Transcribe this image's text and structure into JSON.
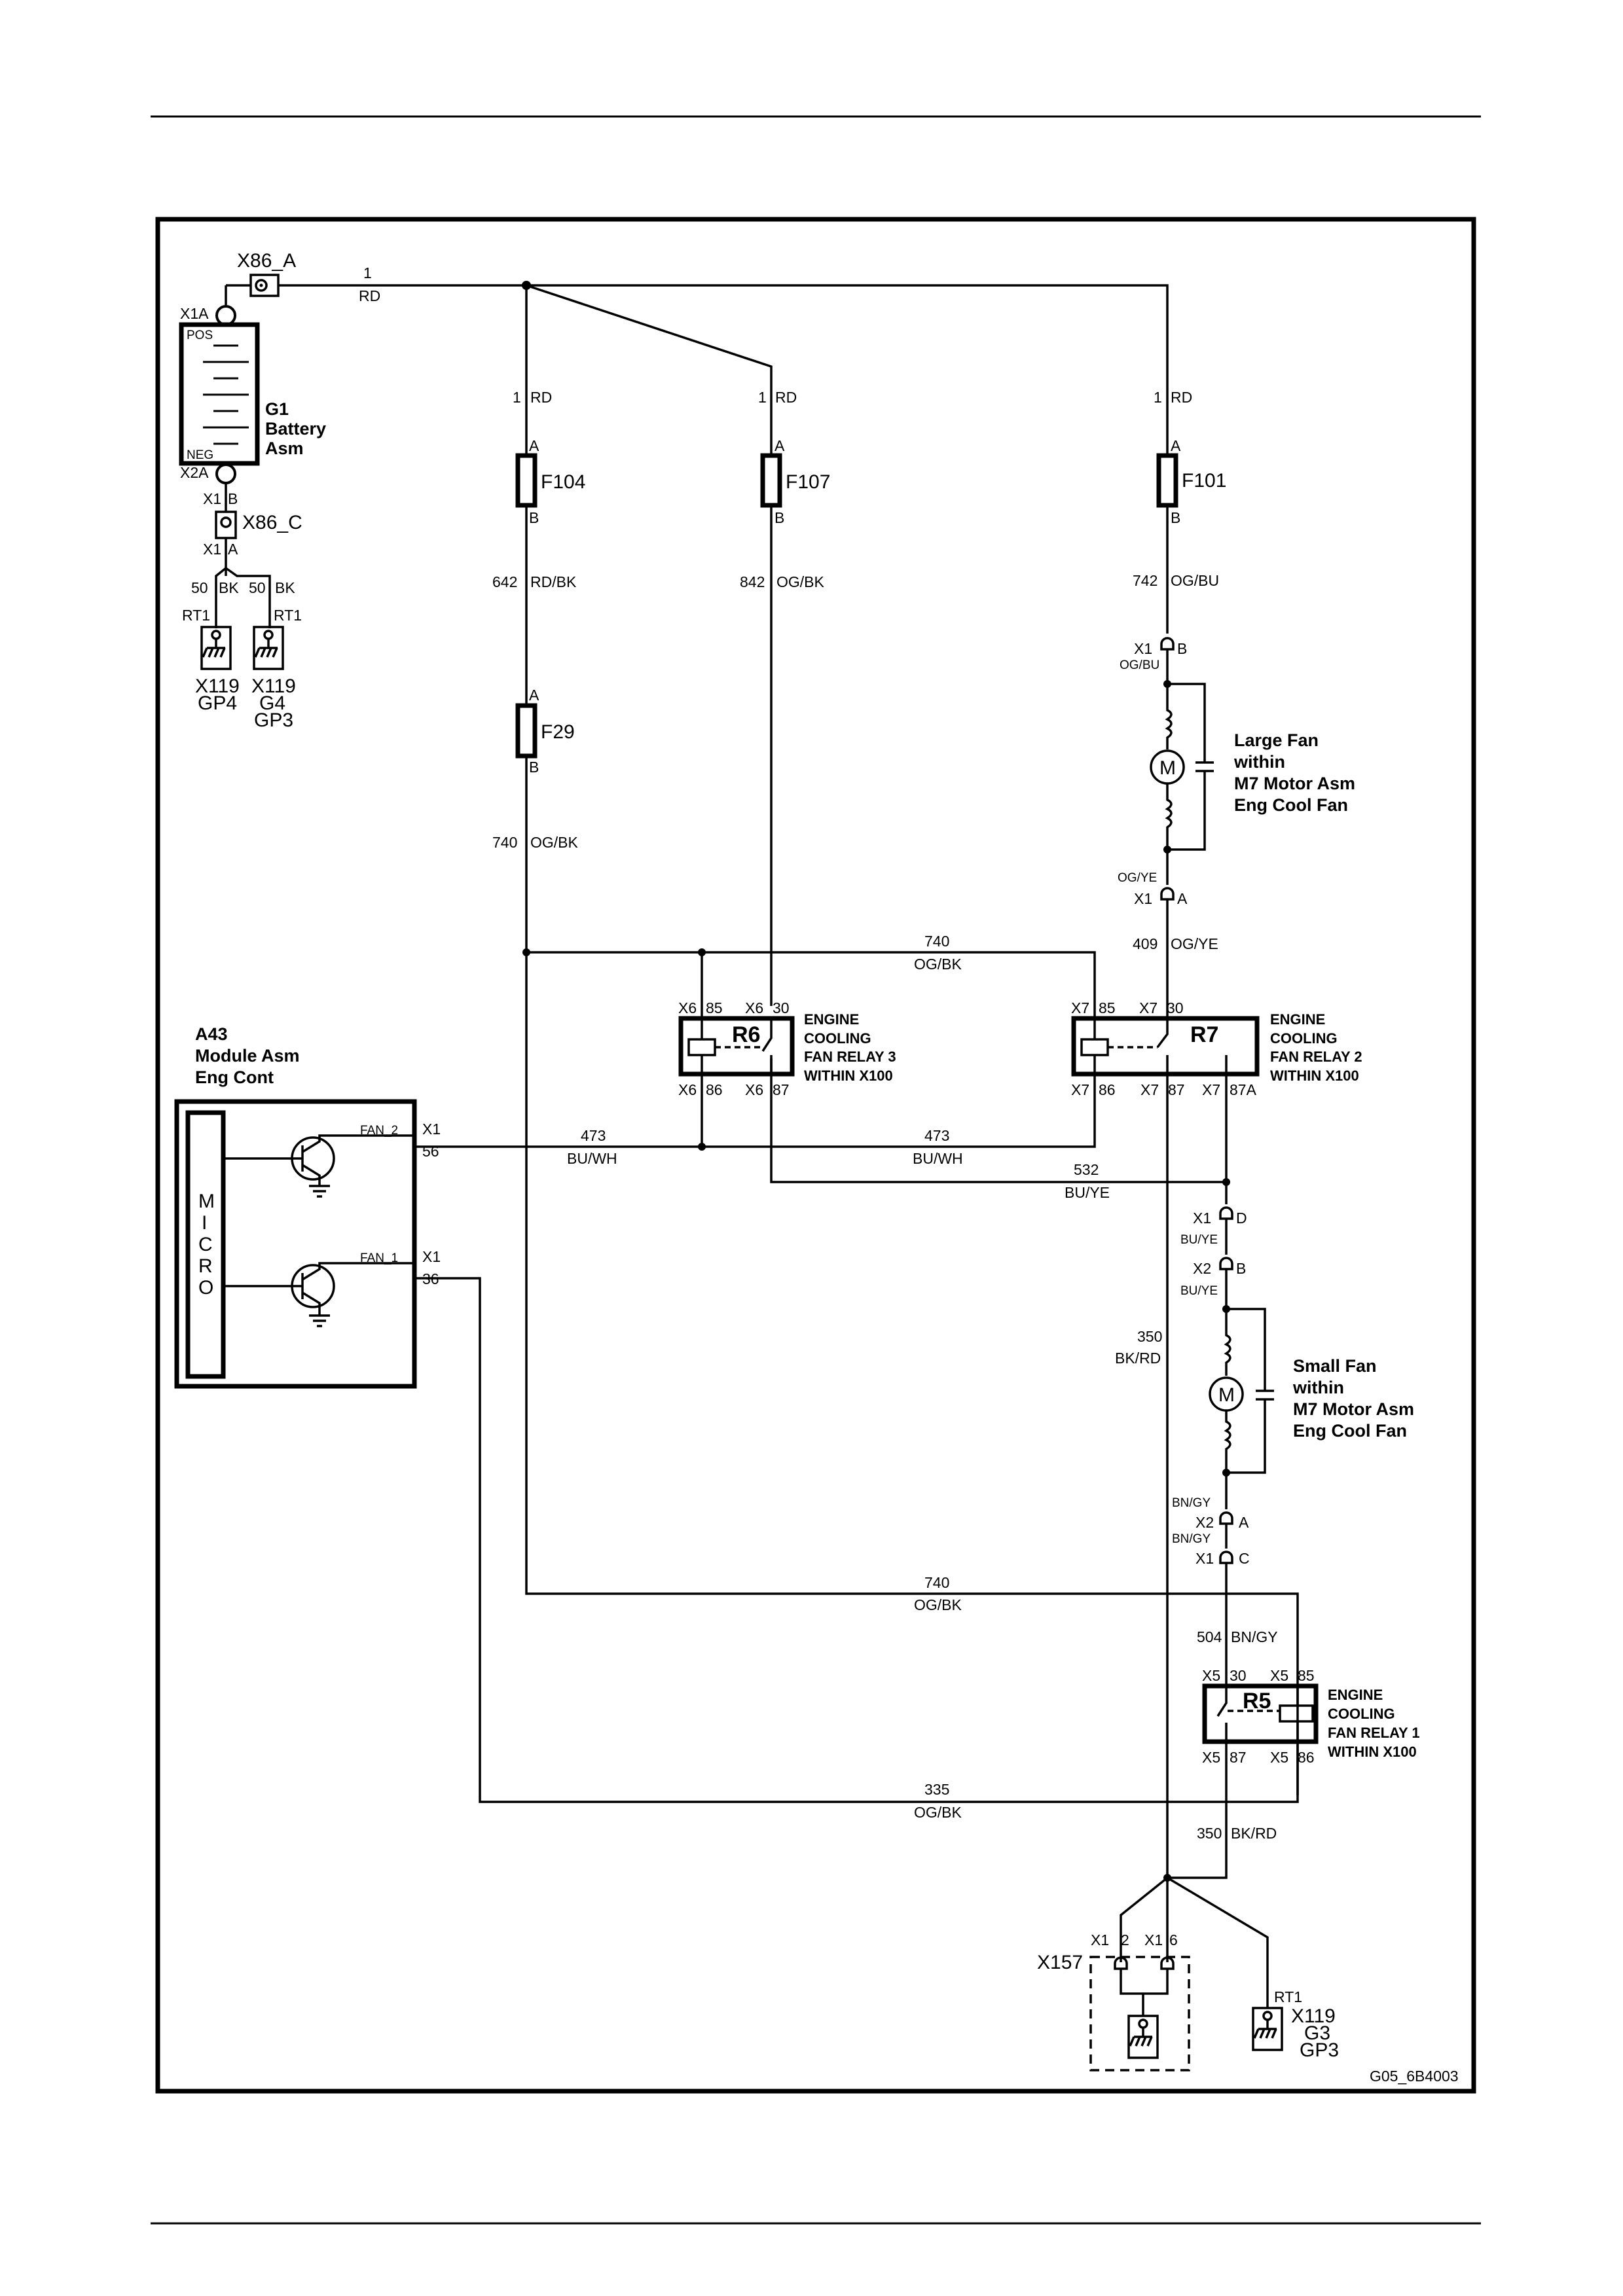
{
  "diagram_id": "G05_6B4003",
  "battery": {
    "conn_top": "X86_A",
    "wire_top_num": "1",
    "wire_top_color": "RD",
    "x1a": "X1A",
    "pos": "POS",
    "neg": "NEG",
    "x2a": "X2A",
    "name": "G1",
    "name2": "Battery",
    "name3": "Asm",
    "x1_b": "X1",
    "b": "B",
    "x86c": "X86_C",
    "x1_a": "X1",
    "a": "A",
    "w50a": "50",
    "bk_a": "BK",
    "w50b": "50",
    "bk_b": "BK",
    "rt1a": "RT1",
    "rt1b": "RT1",
    "gp4_top": "X119",
    "gp4": "GP4",
    "g4_top": "X119",
    "g4": "G4",
    "gp3": "GP3"
  },
  "fuses": {
    "f104": {
      "name": "F104",
      "in_num": "1",
      "in_color": "RD",
      "a": "A",
      "b": "B",
      "out_num": "642",
      "out_color": "RD/BK"
    },
    "f29": {
      "name": "F29",
      "a": "A",
      "b": "B",
      "out_num": "740",
      "out_color": "OG/BK"
    },
    "f107": {
      "name": "F107",
      "in_num": "1",
      "in_color": "RD",
      "a": "A",
      "b": "B",
      "out_num": "842",
      "out_color": "OG/BK"
    },
    "f101": {
      "name": "F101",
      "in_num": "1",
      "in_color": "RD",
      "a": "A",
      "b": "B",
      "out_num": "742",
      "out_color": "OG/BU"
    }
  },
  "large_fan": {
    "x1": "X1",
    "b": "B",
    "color_top": "OG/BU",
    "color_bottom": "OG/YE",
    "x1b": "X1",
    "a": "A",
    "label": [
      "Large Fan",
      "within",
      "M7 Motor Asm",
      "Eng Cool Fan"
    ],
    "m": "M",
    "wire_num": "409",
    "wire_color": "OG/YE"
  },
  "top_bus": {
    "num": "740",
    "color": "OG/BK"
  },
  "relay_r6": {
    "name": "R6",
    "x6a": "X6",
    "p85": "85",
    "x6b": "X6",
    "p30": "30",
    "x6c": "X6",
    "p86": "86",
    "x6d": "X6",
    "p87": "87",
    "label": [
      "ENGINE",
      "COOLING",
      "FAN RELAY 3",
      "WITHIN X100"
    ]
  },
  "relay_r7": {
    "name": "R7",
    "x7a": "X7",
    "p85": "85",
    "x7b": "X7",
    "p30": "30",
    "x7c": "X7",
    "p86": "86",
    "x7d": "X7",
    "p87": "87",
    "x7e": "X7",
    "p87a": "87A",
    "label": [
      "ENGINE",
      "COOLING",
      "FAN RELAY 2",
      "WITHIN X100"
    ]
  },
  "module": {
    "label": [
      "A43",
      "Module Asm",
      "Eng Cont"
    ],
    "micro": [
      "M",
      "I",
      "C",
      "R",
      "O"
    ],
    "fan2": "FAN_2",
    "x1a": "X1",
    "p56": "56",
    "fan1": "FAN_1",
    "x1b": "X1",
    "p36": "36"
  },
  "wire473a": {
    "num": "473",
    "color": "BU/WH"
  },
  "wire473b": {
    "num": "473",
    "color": "BU/WH"
  },
  "wire532": {
    "num": "532",
    "color": "BU/YE"
  },
  "small_fan": {
    "x1": "X1",
    "d": "D",
    "color1": "BU/YE",
    "x2": "X2",
    "b": "B",
    "color2": "BU/YE",
    "label": [
      "Small Fan",
      "within",
      "M7 Motor Asm",
      "Eng Cool Fan"
    ],
    "m": "M",
    "color3": "BN/GY",
    "x2b": "X2",
    "a": "A",
    "color4": "BN/GY",
    "x1c": "X1",
    "c": "C"
  },
  "wire350": {
    "num": "350",
    "color": "BK/RD"
  },
  "bus740b": {
    "num": "740",
    "color": "OG/BK"
  },
  "wire504": {
    "num": "504",
    "color": "BN/GY"
  },
  "relay_r5": {
    "name": "R5",
    "x5a": "X5",
    "p30": "30",
    "x5b": "X5",
    "p85": "85",
    "x5c": "X5",
    "p87": "87",
    "x5d": "X5",
    "p86": "86",
    "label": [
      "ENGINE",
      "COOLING",
      "FAN RELAY 1",
      "WITHIN X100"
    ]
  },
  "wire335": {
    "num": "335",
    "color": "OG/BK"
  },
  "wire350b": {
    "num": "350",
    "color": "BK/RD"
  },
  "ground": {
    "x157": "X157",
    "x1a": "X1",
    "p2": "2",
    "x1b": "X1",
    "p6": "6",
    "rt1": "RT1",
    "x119": "X119",
    "g3": "G3",
    "gp3": "GP3"
  }
}
